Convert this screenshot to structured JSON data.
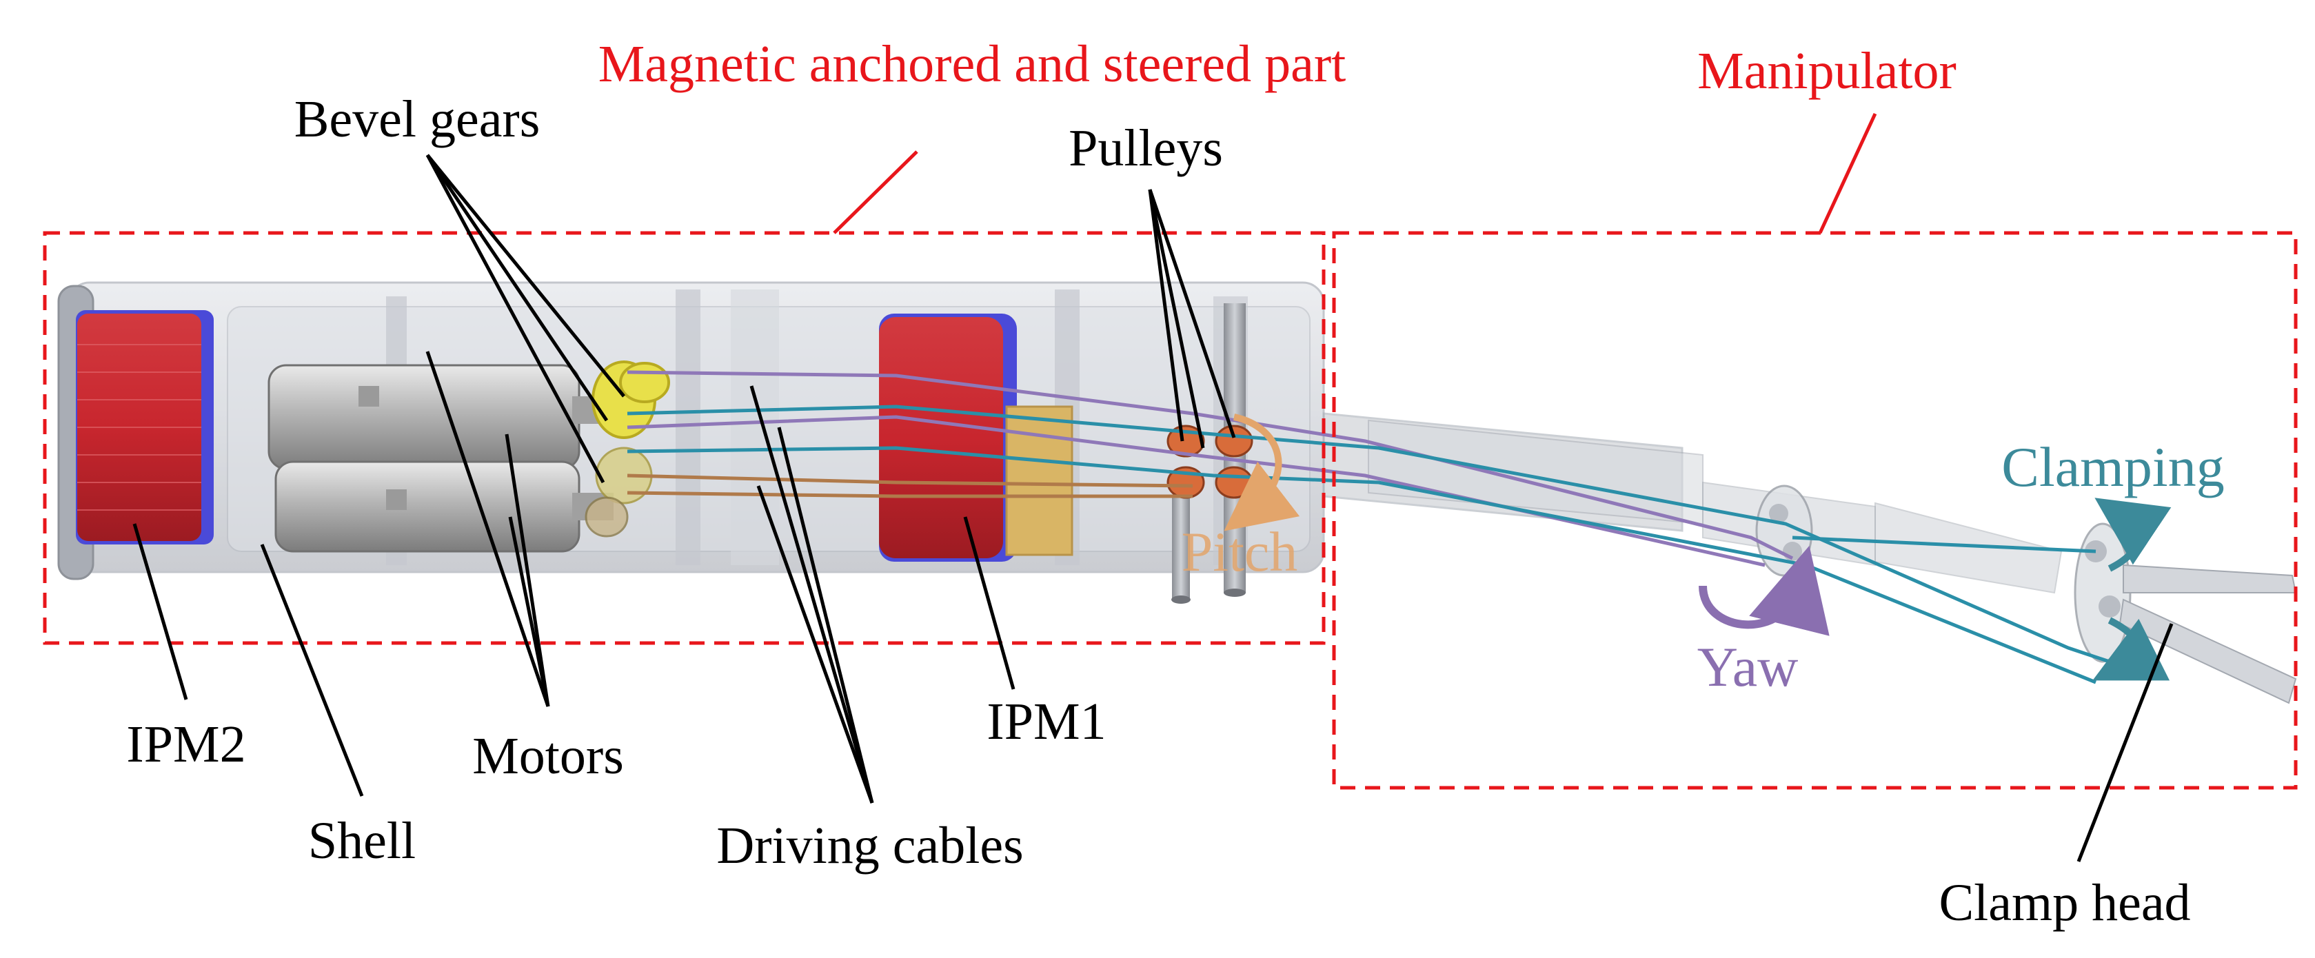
{
  "labels": {
    "magnetic_part": "Magnetic anchored and steered part",
    "manipulator": "Manipulator",
    "bevel_gears": "Bevel gears",
    "pulleys": "Pulleys",
    "clamping": "Clamping",
    "pitch": "Pitch",
    "yaw": "Yaw",
    "ipm2": "IPM2",
    "shell": "Shell",
    "motors": "Motors",
    "driving_cables": "Driving cables",
    "ipm1": "IPM1",
    "clamp_head": "Clamp head"
  },
  "colors": {
    "annotation_red": "#e8161b",
    "magnet_red": "#c8262e",
    "magnet_blue": "#4a4ad8",
    "gear_yellow": "#e8e04a",
    "ring_gold": "#d9b565",
    "cable_purple": "#8f78b8",
    "cable_teal": "#2a8fa8",
    "cable_copper": "#b07a4a",
    "pitch_orange": "#e3a56b",
    "yaw_purple": "#8a6fb0",
    "clamping_teal": "#3c8a9a",
    "shell_grey": "#c9ccd2",
    "text_black": "#000000"
  }
}
